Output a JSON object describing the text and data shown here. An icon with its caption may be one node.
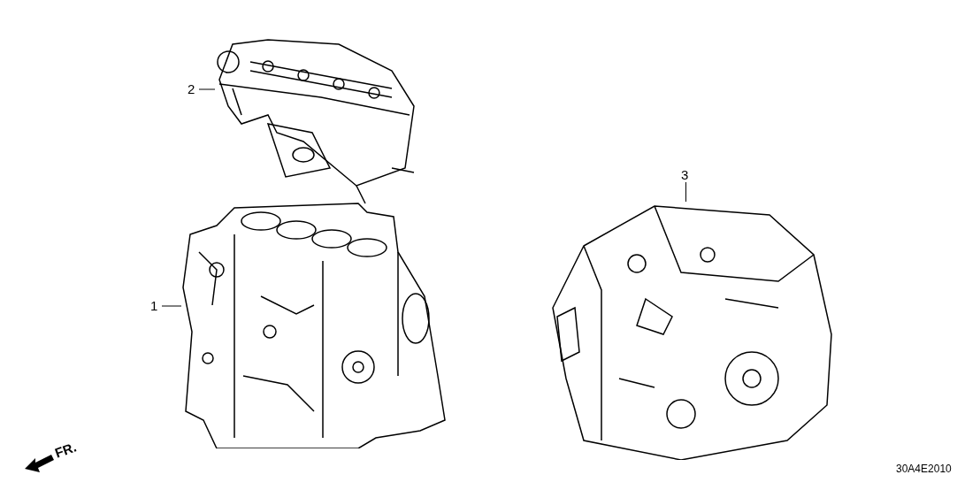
{
  "diagram": {
    "nodes": [
      {
        "text": [
          "1"
        ]
      },
      {
        "text": [],
        "shape": "picture"
      },
      {
        "text": [
          "2"
        ]
      },
      {
        "text": [],
        "shape": "picture"
      },
      {
        "text": [
          "3"
        ]
      },
      {
        "text": [],
        "shape": "picture"
      }
    ],
    "edges": [
      {
        "from": 0,
        "to": 1,
        "arrow": "none"
      },
      {
        "from": 2,
        "to": 3,
        "arrow": "none"
      },
      {
        "from": 4,
        "to": 5,
        "arrow": "none"
      }
    ],
    "labels": [
      "FR.",
      "30A4E2010"
    ]
  }
}
